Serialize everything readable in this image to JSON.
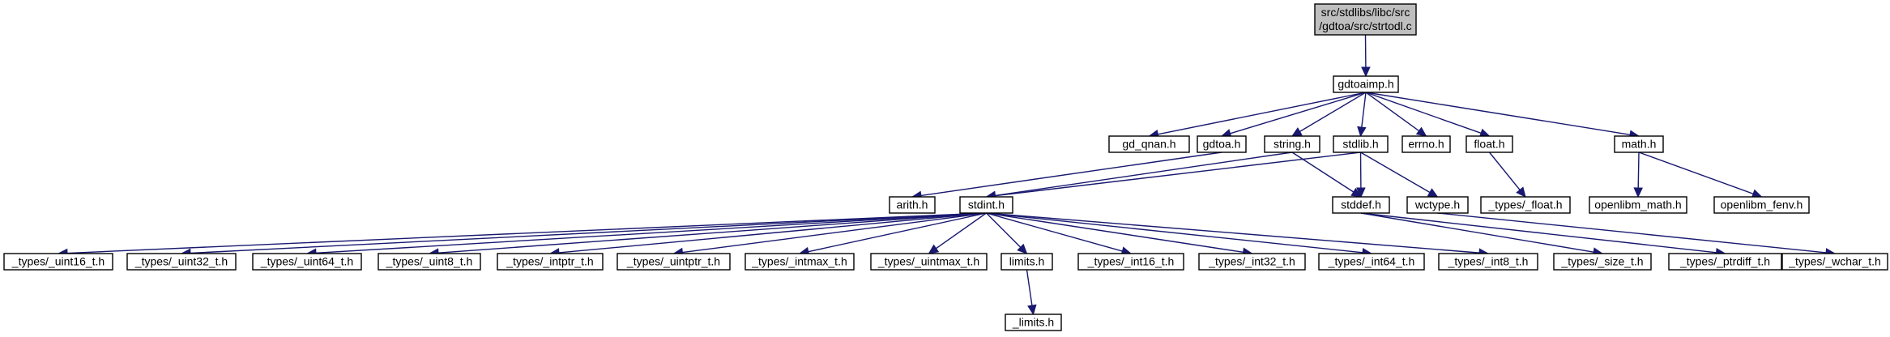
{
  "graph": {
    "title": "",
    "edge_color": "#191970",
    "root_fill": "#bfbfbf",
    "node_fill": "#ffffff",
    "nodes": [
      {
        "id": "root",
        "lines": [
          "src/stdlibs/libc/src",
          "/gdtoa/src/strtodl.c"
        ],
        "root": true
      },
      {
        "id": "gdtoaimp",
        "lines": [
          "gdtoaimp.h"
        ]
      },
      {
        "id": "gd_qnan",
        "lines": [
          "gd_qnan.h"
        ]
      },
      {
        "id": "gdtoa",
        "lines": [
          "gdtoa.h"
        ]
      },
      {
        "id": "string",
        "lines": [
          "string.h"
        ]
      },
      {
        "id": "stdlib",
        "lines": [
          "stdlib.h"
        ]
      },
      {
        "id": "errno",
        "lines": [
          "errno.h"
        ]
      },
      {
        "id": "float",
        "lines": [
          "float.h"
        ]
      },
      {
        "id": "math",
        "lines": [
          "math.h"
        ]
      },
      {
        "id": "arith",
        "lines": [
          "arith.h"
        ]
      },
      {
        "id": "stdint",
        "lines": [
          "stdint.h"
        ]
      },
      {
        "id": "stddef",
        "lines": [
          "stddef.h"
        ]
      },
      {
        "id": "wctype",
        "lines": [
          "wctype.h"
        ]
      },
      {
        "id": "types_float",
        "lines": [
          "_types/_float.h"
        ]
      },
      {
        "id": "openlibm_math",
        "lines": [
          "openlibm_math.h"
        ]
      },
      {
        "id": "openlibm_fenv",
        "lines": [
          "openlibm_fenv.h"
        ]
      },
      {
        "id": "uint16",
        "lines": [
          "_types/_uint16_t.h"
        ]
      },
      {
        "id": "uint32",
        "lines": [
          "_types/_uint32_t.h"
        ]
      },
      {
        "id": "uint64",
        "lines": [
          "_types/_uint64_t.h"
        ]
      },
      {
        "id": "uint8",
        "lines": [
          "_types/_uint8_t.h"
        ]
      },
      {
        "id": "intptr",
        "lines": [
          "_types/_intptr_t.h"
        ]
      },
      {
        "id": "uintptr",
        "lines": [
          "_types/_uintptr_t.h"
        ]
      },
      {
        "id": "intmax",
        "lines": [
          "_types/_intmax_t.h"
        ]
      },
      {
        "id": "uintmax",
        "lines": [
          "_types/_uintmax_t.h"
        ]
      },
      {
        "id": "limits",
        "lines": [
          "limits.h"
        ]
      },
      {
        "id": "int16",
        "lines": [
          "_types/_int16_t.h"
        ]
      },
      {
        "id": "int32",
        "lines": [
          "_types/_int32_t.h"
        ]
      },
      {
        "id": "int64",
        "lines": [
          "_types/_int64_t.h"
        ]
      },
      {
        "id": "int8",
        "lines": [
          "_types/_int8_t.h"
        ]
      },
      {
        "id": "size",
        "lines": [
          "_types/_size_t.h"
        ]
      },
      {
        "id": "ptrdiff",
        "lines": [
          "_types/_ptrdiff_t.h"
        ]
      },
      {
        "id": "wchar",
        "lines": [
          "_types/_wchar_t.h"
        ]
      },
      {
        "id": "limits_",
        "lines": [
          "_limits.h"
        ]
      }
    ],
    "edges": [
      [
        "root",
        "gdtoaimp"
      ],
      [
        "gdtoaimp",
        "gd_qnan"
      ],
      [
        "gdtoaimp",
        "gdtoa"
      ],
      [
        "gdtoaimp",
        "string"
      ],
      [
        "gdtoaimp",
        "stdlib"
      ],
      [
        "gdtoaimp",
        "errno"
      ],
      [
        "gdtoaimp",
        "float"
      ],
      [
        "gdtoaimp",
        "math"
      ],
      [
        "gdtoa",
        "arith"
      ],
      [
        "string",
        "stdint"
      ],
      [
        "string",
        "stddef"
      ],
      [
        "stdlib",
        "stdint"
      ],
      [
        "stdlib",
        "stddef"
      ],
      [
        "stdlib",
        "wctype"
      ],
      [
        "float",
        "types_float"
      ],
      [
        "math",
        "openlibm_math"
      ],
      [
        "math",
        "openlibm_fenv"
      ],
      [
        "stdint",
        "uint16"
      ],
      [
        "stdint",
        "uint32"
      ],
      [
        "stdint",
        "uint64"
      ],
      [
        "stdint",
        "uint8"
      ],
      [
        "stdint",
        "intptr"
      ],
      [
        "stdint",
        "uintptr"
      ],
      [
        "stdint",
        "intmax"
      ],
      [
        "stdint",
        "uintmax"
      ],
      [
        "stdint",
        "limits"
      ],
      [
        "stdint",
        "int16"
      ],
      [
        "stdint",
        "int32"
      ],
      [
        "stdint",
        "int64"
      ],
      [
        "stdint",
        "int8"
      ],
      [
        "stddef",
        "size"
      ],
      [
        "stddef",
        "ptrdiff"
      ],
      [
        "wctype",
        "wchar"
      ],
      [
        "limits",
        "limits_"
      ]
    ]
  }
}
